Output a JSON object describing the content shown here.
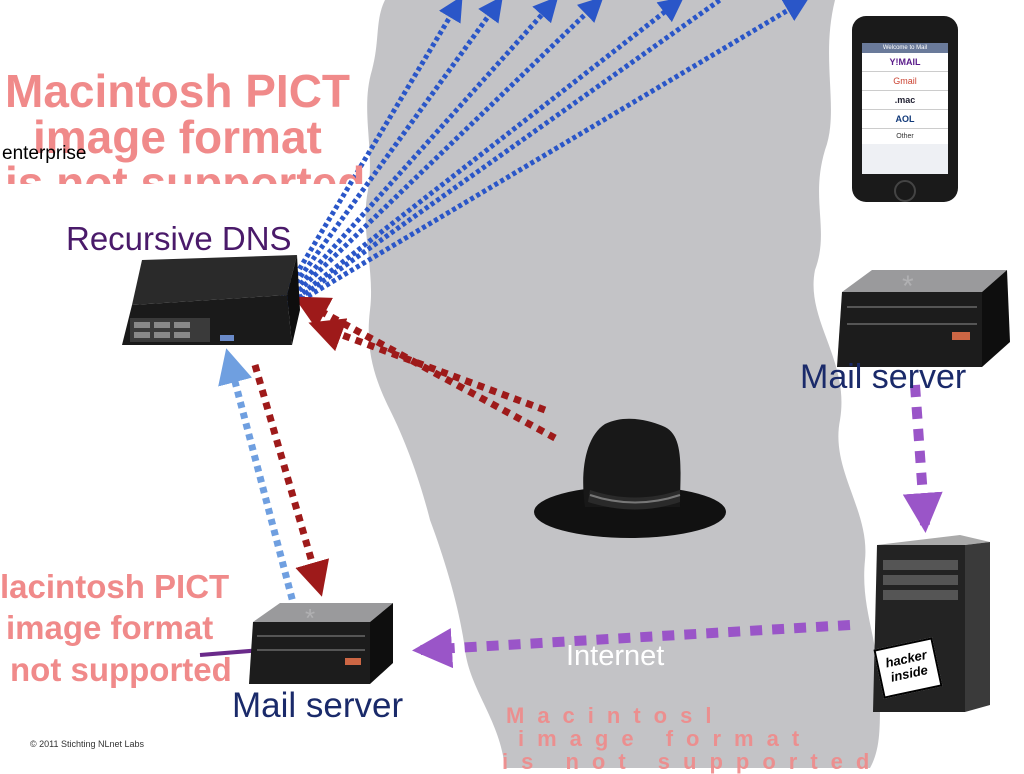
{
  "labels": {
    "enterprise": "enterprise",
    "recursive_dns": "Recursive DNS",
    "mail_server_right": "Mail server",
    "mail_server_bottom": "Mail server",
    "internet": "Internet",
    "copyright": "© 2011 Stichting NLnet Labs"
  },
  "placeholders": {
    "top_left": [
      "Macintosh PICT",
      "image format",
      "is not supported"
    ],
    "bottom_left": [
      "lacintosh PICT",
      "image format",
      "not supported"
    ],
    "bottom_right": [
      "Macintosl",
      "image format",
      "is not supported"
    ]
  },
  "phone": {
    "header": "Welcome to Mail",
    "items": [
      "Y!MAIL",
      "Gmail",
      ".mac",
      "AOL",
      "Other"
    ]
  },
  "badge": {
    "line1": "hacker",
    "line2": "inside"
  },
  "colors": {
    "recursive_dns_text": "#4a1a6a",
    "mail_server_text": "#1a2a6a",
    "placeholder_text": "#f08a8a",
    "internet_cloud": "#b8b8bc",
    "query_arrows": "#2a56c8",
    "attack_arrows": "#9e1a1a",
    "response_arrows": "#6f9fe0",
    "mail_arrows": "#9a55c8"
  }
}
